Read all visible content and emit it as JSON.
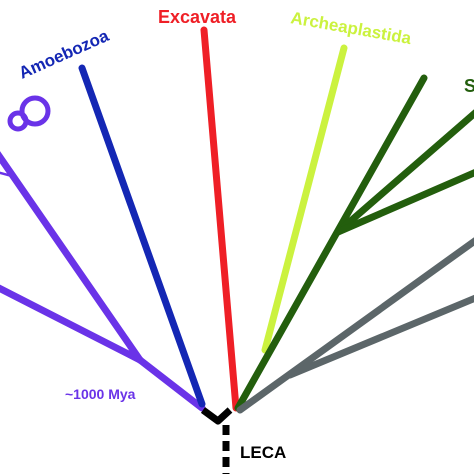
{
  "labels": {
    "excavata": "Excavata",
    "amoebozoa": "Amoebozoa",
    "archeaplastida": "Archeaplastida",
    "clipped_right": "S",
    "clipped_left": "I",
    "age": "~1000 Mya",
    "root": "LECA"
  },
  "colors": {
    "purple": "#6a33e8",
    "blue": "#1427b4",
    "red": "#ef1f26",
    "lime": "#cbf23f",
    "dark_green": "#235e0d",
    "gray": "#5c6669",
    "black": "#000000"
  }
}
